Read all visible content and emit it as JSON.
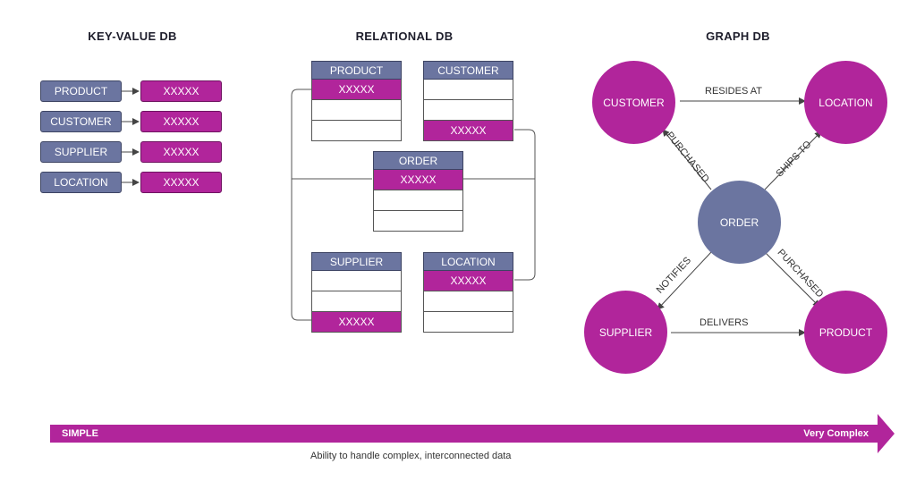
{
  "headings": {
    "kv": "KEY-VALUE DB",
    "relational": "RELATIONAL DB",
    "graph": "GRAPH DB"
  },
  "key_value": {
    "rows": [
      {
        "key": "PRODUCT",
        "value": "XXXXX"
      },
      {
        "key": "CUSTOMER",
        "value": "XXXXX"
      },
      {
        "key": "SUPPLIER",
        "value": "XXXXX"
      },
      {
        "key": "LOCATION",
        "value": "XXXXX"
      }
    ]
  },
  "relational": {
    "tables": {
      "product": {
        "name": "PRODUCT",
        "rows": [
          "XXXXX",
          "",
          ""
        ]
      },
      "customer": {
        "name": "CUSTOMER",
        "rows": [
          "",
          "",
          "XXXXX"
        ]
      },
      "order": {
        "name": "ORDER",
        "rows": [
          "XXXXX",
          "",
          ""
        ]
      },
      "supplier": {
        "name": "SUPPLIER",
        "rows": [
          "",
          "",
          "XXXXX"
        ]
      },
      "location": {
        "name": "LOCATION",
        "rows": [
          "XXXXX",
          "",
          ""
        ]
      }
    }
  },
  "graph": {
    "nodes": {
      "customer": "CUSTOMER",
      "location": "LOCATION",
      "order": "ORDER",
      "supplier": "SUPPLIER",
      "product": "PRODUCT"
    },
    "edges": {
      "resides_at": "RESIDES AT",
      "purchased_customer": "PURCHASED",
      "ships_to": "SHIPS TO",
      "notifies": "NOTIFIES",
      "purchased_product": "PURCHASED",
      "delivers": "DELIVERS"
    }
  },
  "scale": {
    "left_label": "SIMPLE",
    "right_label": "Very Complex",
    "caption": "Ability to handle complex, interconnected data"
  },
  "colors": {
    "magenta": "#b1259b",
    "slate_blue": "#6b75a0"
  }
}
